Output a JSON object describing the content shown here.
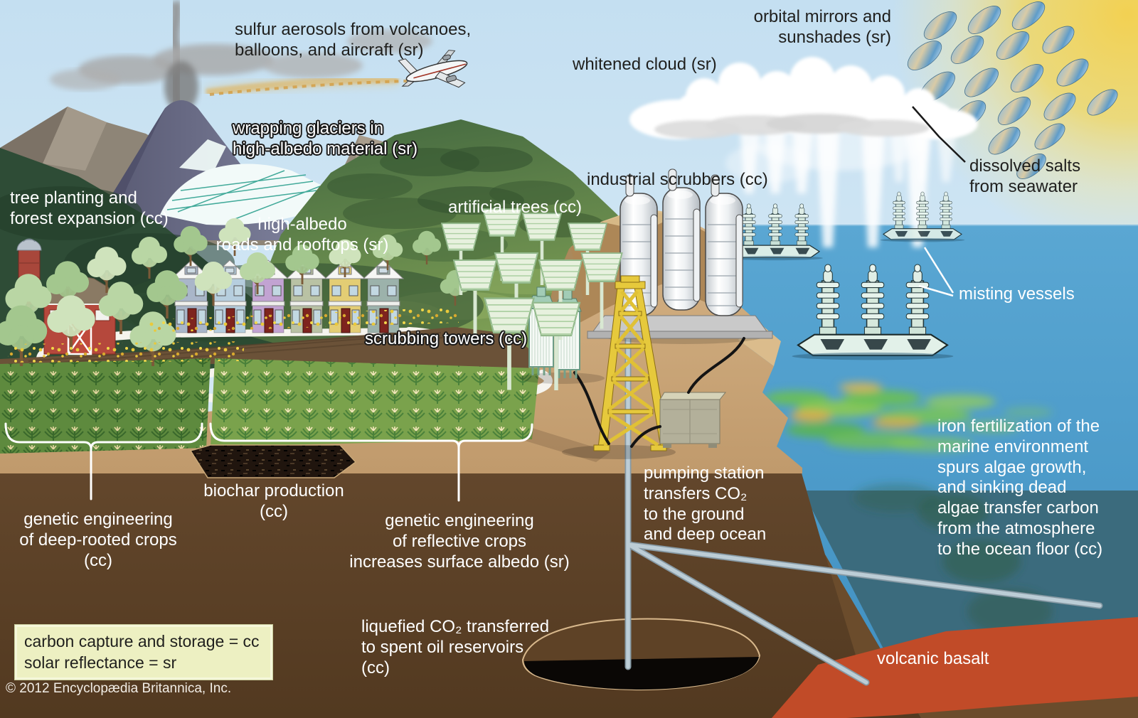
{
  "labels": {
    "sulfur_aerosols": "sulfur aerosols from volcanoes,\nballoons, and aircraft (sr)",
    "orbital_mirrors": "orbital mirrors and\nsunshades (sr)",
    "whitened_cloud": "whitened cloud (sr)",
    "wrapping_glaciers": "wrapping glaciers in\nhigh-albedo material (sr)",
    "tree_planting": "tree planting and\nforest expansion (cc)",
    "high_albedo_roads": "high-albedo\nroads and rooftops (sr)",
    "industrial_scrubbers": "industrial scrubbers (cc)",
    "artificial_trees": "artificial trees (cc)",
    "dissolved_salts": "dissolved salts\nfrom seawater",
    "misting_vessels": "misting vessels",
    "scrubbing_towers": "scrubbing towers (cc)",
    "iron_fertilization": "iron fertilization of the\nmarine environment\nspurs algae growth,\nand sinking dead\nalgae transfer carbon\nfrom the atmosphere\nto the ocean floor (cc)",
    "pumping_station": "pumping station\ntransfers CO₂\nto the ground\nand deep ocean",
    "biochar": "biochar production\n(cc)",
    "deep_rooted_crops": "genetic engineering\nof deep-rooted crops\n(cc)",
    "reflective_crops": "genetic engineering\nof reflective crops\nincreases surface albedo (sr)",
    "liquefied_co2": "liquefied CO₂ transferred\nto spent oil reservoirs\n(cc)",
    "volcanic_basalt": "volcanic basalt"
  },
  "legend": {
    "line1": "carbon capture and storage = cc",
    "line2": "solar reflectance = sr"
  },
  "copyright": "© 2012 Encyclopædia Britannica, Inc.",
  "colors": {
    "sky": "#c8e2f2",
    "sun": "#f5d34c",
    "ocean": "#4a9dcb",
    "deep_ocean": "#3b6b7d",
    "soil": "#5a3f27",
    "surface_tan": "#cfae80",
    "basalt": "#c14b28",
    "legend_bg": "#edf0c2",
    "label_dark": "#1f1f1d",
    "label_light": "#ffffff"
  }
}
